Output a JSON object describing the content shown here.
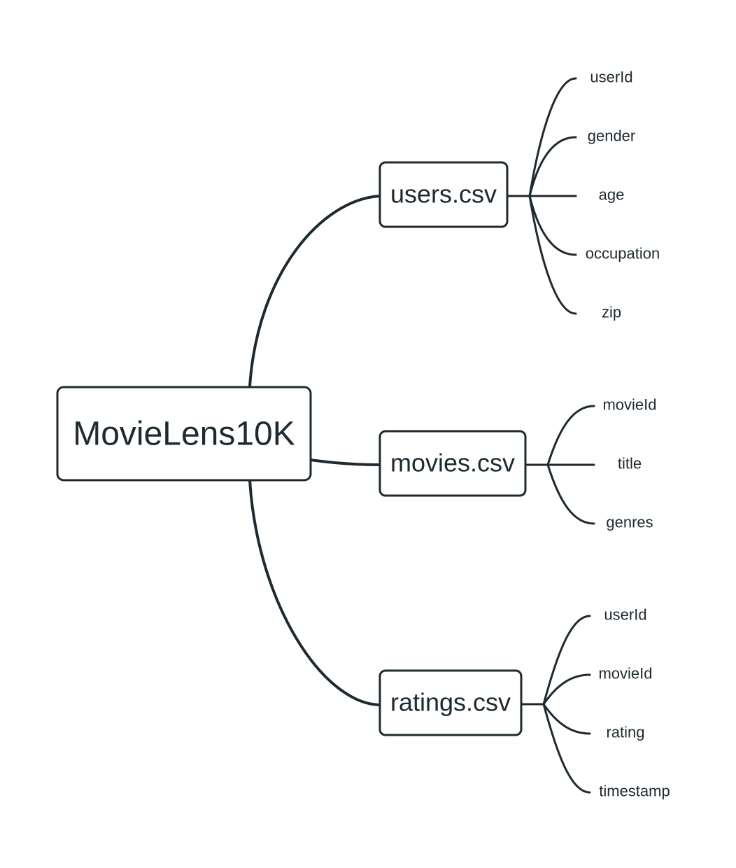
{
  "root": {
    "label": "MovieLens10K"
  },
  "files": [
    {
      "label": "users.csv",
      "fields": [
        "userId",
        "gender",
        "age",
        "occupation",
        "zip"
      ]
    },
    {
      "label": "movies.csv",
      "fields": [
        "movieId",
        "title",
        "genres"
      ]
    },
    {
      "label": "ratings.csv",
      "fields": [
        "userId",
        "movieId",
        "rating",
        "timestamp"
      ]
    }
  ],
  "colors": {
    "stroke": "#1f2a30",
    "background": "#ffffff"
  }
}
